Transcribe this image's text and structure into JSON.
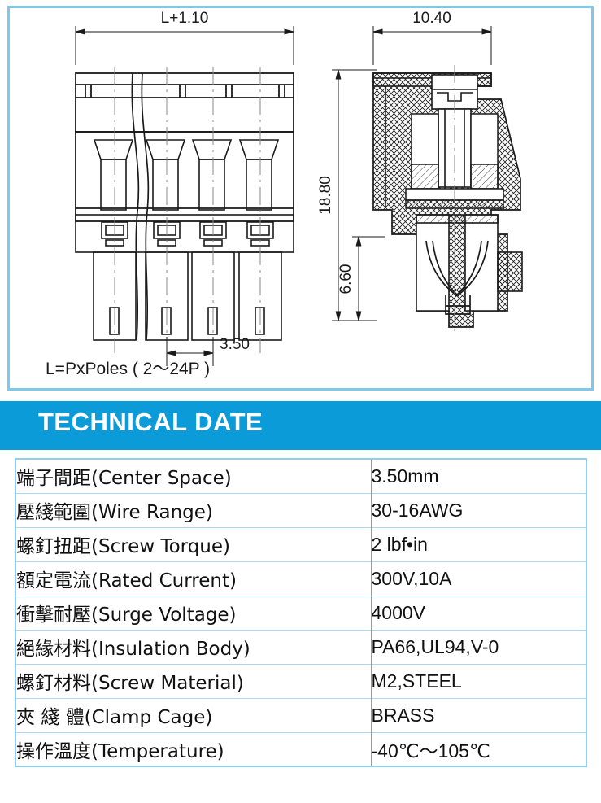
{
  "drawing": {
    "dimensions": {
      "top_left_width": "L+1.10",
      "top_right_width": "10.40",
      "pitch": "3.50",
      "height_total": "18.80",
      "height_lower": "6.60"
    },
    "note": "L=PxPoles ( 2～24P )",
    "views": {
      "front_view_name": "front-view",
      "section_view_name": "cross-section-view"
    },
    "poles": 4
  },
  "banner": {
    "title": "TECHNICAL DATE",
    "background_color": "#0b9bd8",
    "text_color": "#ffffff"
  },
  "spec_table": {
    "border_color": "#8fcfee",
    "rows": [
      {
        "label": "端子間距(Center Space)",
        "value": "3.50mm"
      },
      {
        "label": "壓綫範圍(Wire Range)",
        "value": "30-16AWG"
      },
      {
        "label": "螺釘扭距(Screw Torque)",
        "value": "2 lbf•in"
      },
      {
        "label": "額定電流(Rated Current)",
        "value": "300V,10A"
      },
      {
        "label": "衝擊耐壓(Surge Voltage)",
        "value": "4000V"
      },
      {
        "label": "絕緣材料(Insulation Body)",
        "value": "PA66,UL94,V-0"
      },
      {
        "label": "螺釘材料(Screw Material)",
        "value": "M2,STEEL"
      },
      {
        "label": "夾 綫 體(Clamp Cage)",
        "value": "BRASS"
      },
      {
        "label": "操作溫度(Temperature)",
        "value": "-40℃～105℃"
      }
    ]
  }
}
